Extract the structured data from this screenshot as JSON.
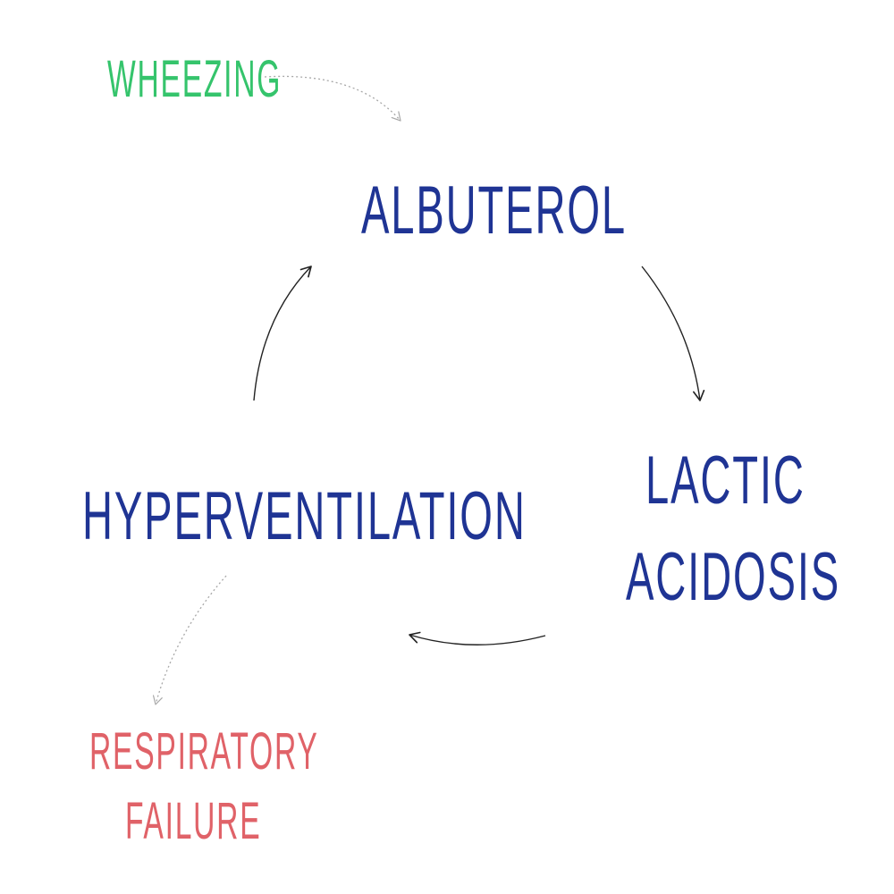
{
  "colors": {
    "node": "#1f3494",
    "trigger": "#35c46c",
    "outcome": "#e06268",
    "cycle_arrow": "#222222",
    "aux_arrow": "#a8a8a8"
  },
  "trigger": {
    "label": "Wheezing"
  },
  "cycle": {
    "nodes": [
      {
        "id": "albuterol",
        "lines": [
          "Albuterol"
        ]
      },
      {
        "id": "lactic-acidosis",
        "lines": [
          "Lactic",
          "acidosis"
        ]
      },
      {
        "id": "hyperventilation",
        "lines": [
          "Hyperventilation"
        ]
      }
    ]
  },
  "outcome": {
    "lines": [
      "Respiratory",
      "failure"
    ]
  }
}
